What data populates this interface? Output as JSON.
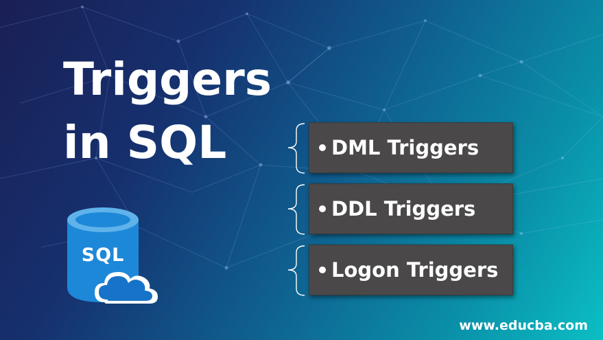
{
  "title": {
    "line1": "Triggers",
    "line2": "in SQL"
  },
  "trigger_types": [
    {
      "label": "DML Triggers"
    },
    {
      "label": "DDL Triggers"
    },
    {
      "label": "Logon Triggers"
    }
  ],
  "logo": {
    "text": "SQL",
    "icons": [
      "database-cylinder-icon",
      "cloud-icon"
    ],
    "colors": {
      "cylinder_top": "#5fb3ea",
      "cylinder_body": "#1e88d8",
      "cloud": "#1673c8"
    }
  },
  "footer": {
    "url": "www.educba.com"
  },
  "colors": {
    "background_start": "#1a1f55",
    "background_end": "#0bbfc4",
    "item_box": "#4a4848",
    "text": "#ffffff"
  }
}
